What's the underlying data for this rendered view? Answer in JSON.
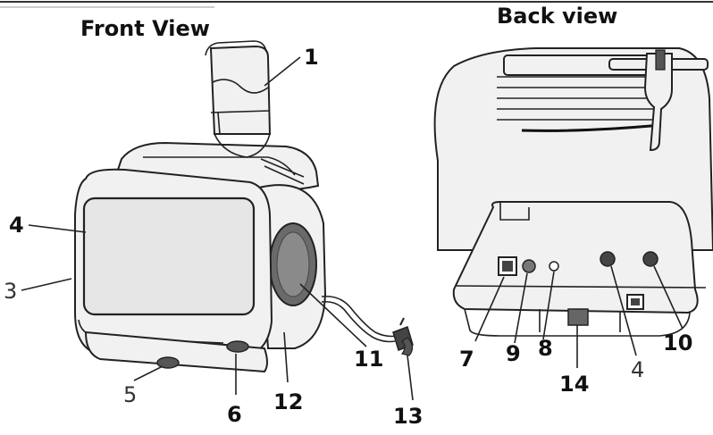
{
  "titles": {
    "front": "Front View",
    "back": "Back view"
  },
  "callouts": {
    "c1": "1",
    "c3": "3",
    "c4_front": "4",
    "c5": "5",
    "c6": "6",
    "c11": "11",
    "c12": "12",
    "c13": "13",
    "c7": "7",
    "c9": "9",
    "c8": "8",
    "c14": "14",
    "c4_back": "4",
    "c10": "10"
  }
}
